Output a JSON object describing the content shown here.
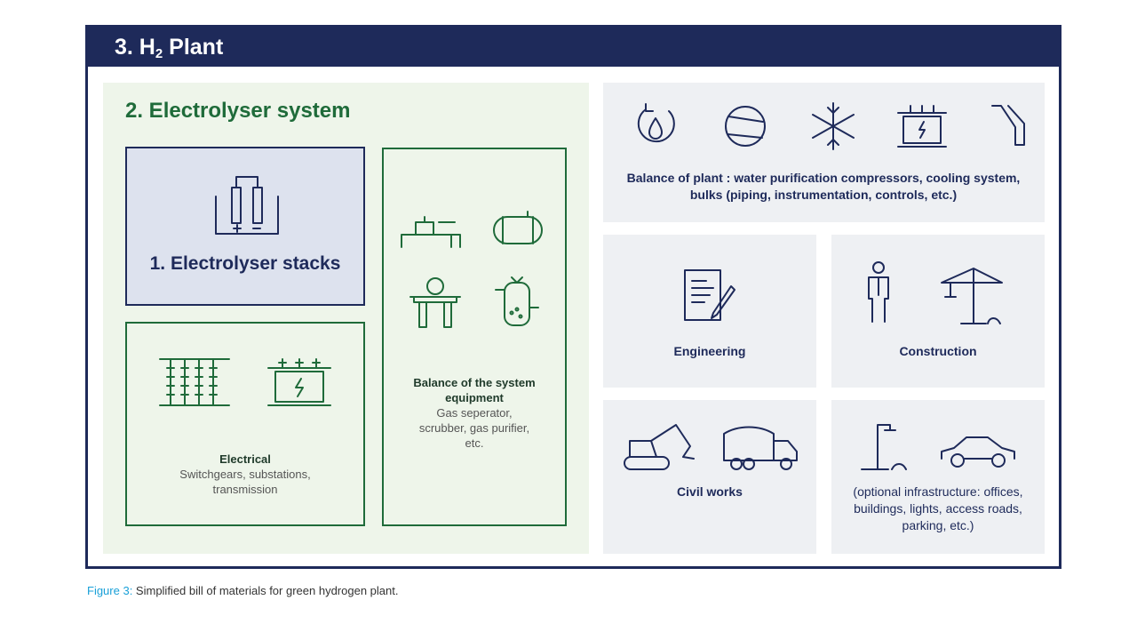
{
  "plant": {
    "title_prefix": "3. H",
    "title_sub": "2",
    "title_suffix": " Plant"
  },
  "electrolyser_system": {
    "title": "2. Electrolyser system",
    "stacks_label": "1. Electrolyser stacks",
    "electrical": {
      "title": "Electrical",
      "detail": "Switchgears, substations, transmission"
    },
    "balance_system": {
      "title": "Balance of the system equipment",
      "detail": "Gas seperator, scrubber, gas purifier, etc."
    }
  },
  "balance_of_plant": {
    "label": "Balance of plant : water purification compressors, cooling system, bulks (piping, instrumentation, controls, etc.)"
  },
  "engineering": {
    "label": "Engineering"
  },
  "construction": {
    "label": "Construction"
  },
  "civil_works": {
    "label": "Civil works"
  },
  "optional_infrastructure": {
    "label": "(optional infrastructure: offices, buildings, lights, access roads, parking, etc.)"
  },
  "figure_caption": {
    "lead": "Figure 3:",
    "text": " Simplified bill of materials for green hydrogen plant."
  },
  "colors": {
    "navy": "#1e2a5a",
    "green": "#1f6b3a",
    "green_bg": "#eef5ea",
    "grey_bg": "#eef0f3",
    "caption_blue": "#1aa0d8"
  },
  "icons": [
    "battery-electrolysis-icon",
    "switchgear-icon",
    "transformer-icon",
    "pipe-valve-icon",
    "gas-tank-icon",
    "purifier-icon",
    "scrubber-icon",
    "water-drop-icon",
    "compressor-icon",
    "snowflake-icon",
    "transformer-icon",
    "pipe-icon",
    "document-pen-icon",
    "worker-icon",
    "crane-icon",
    "excavator-icon",
    "truck-icon",
    "street-light-icon",
    "car-icon"
  ]
}
